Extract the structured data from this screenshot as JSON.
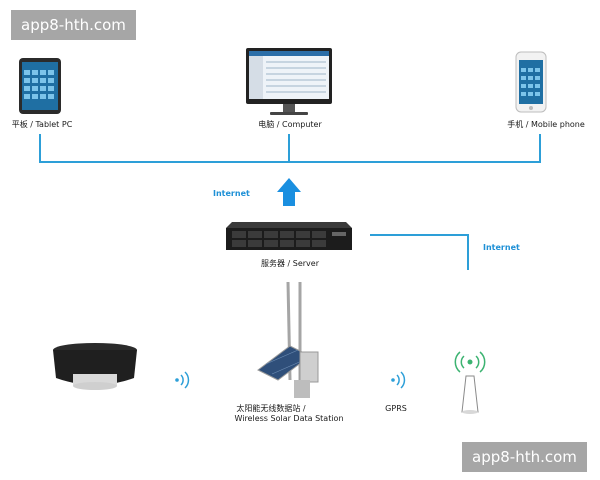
{
  "watermarks": {
    "top": "app8-hth.com",
    "bottom": "app8-hth.com"
  },
  "devices": {
    "tablet": "平板 / Tablet PC",
    "computer": "电脑 / Computer",
    "mobile": "手机 / Mobile phone",
    "server": "服务器 / Server",
    "station_line1": "太阳能无线数据站 /",
    "station_line2": "Wireless Solar Data Station"
  },
  "links": {
    "internet_arrow": "Internet",
    "internet_right": "Internet",
    "gprs": "GPRS"
  },
  "colors": {
    "link": "#2d9fd8",
    "arrow": "#1a8fe0",
    "label_blue": "#1e90d6"
  },
  "icons": [
    "tablet-icon",
    "computer-monitor-icon",
    "mobile-phone-icon",
    "rack-server-icon",
    "sensor-puck-icon",
    "solar-data-station-icon",
    "antenna-tower-icon",
    "wireless-signal-icon"
  ]
}
